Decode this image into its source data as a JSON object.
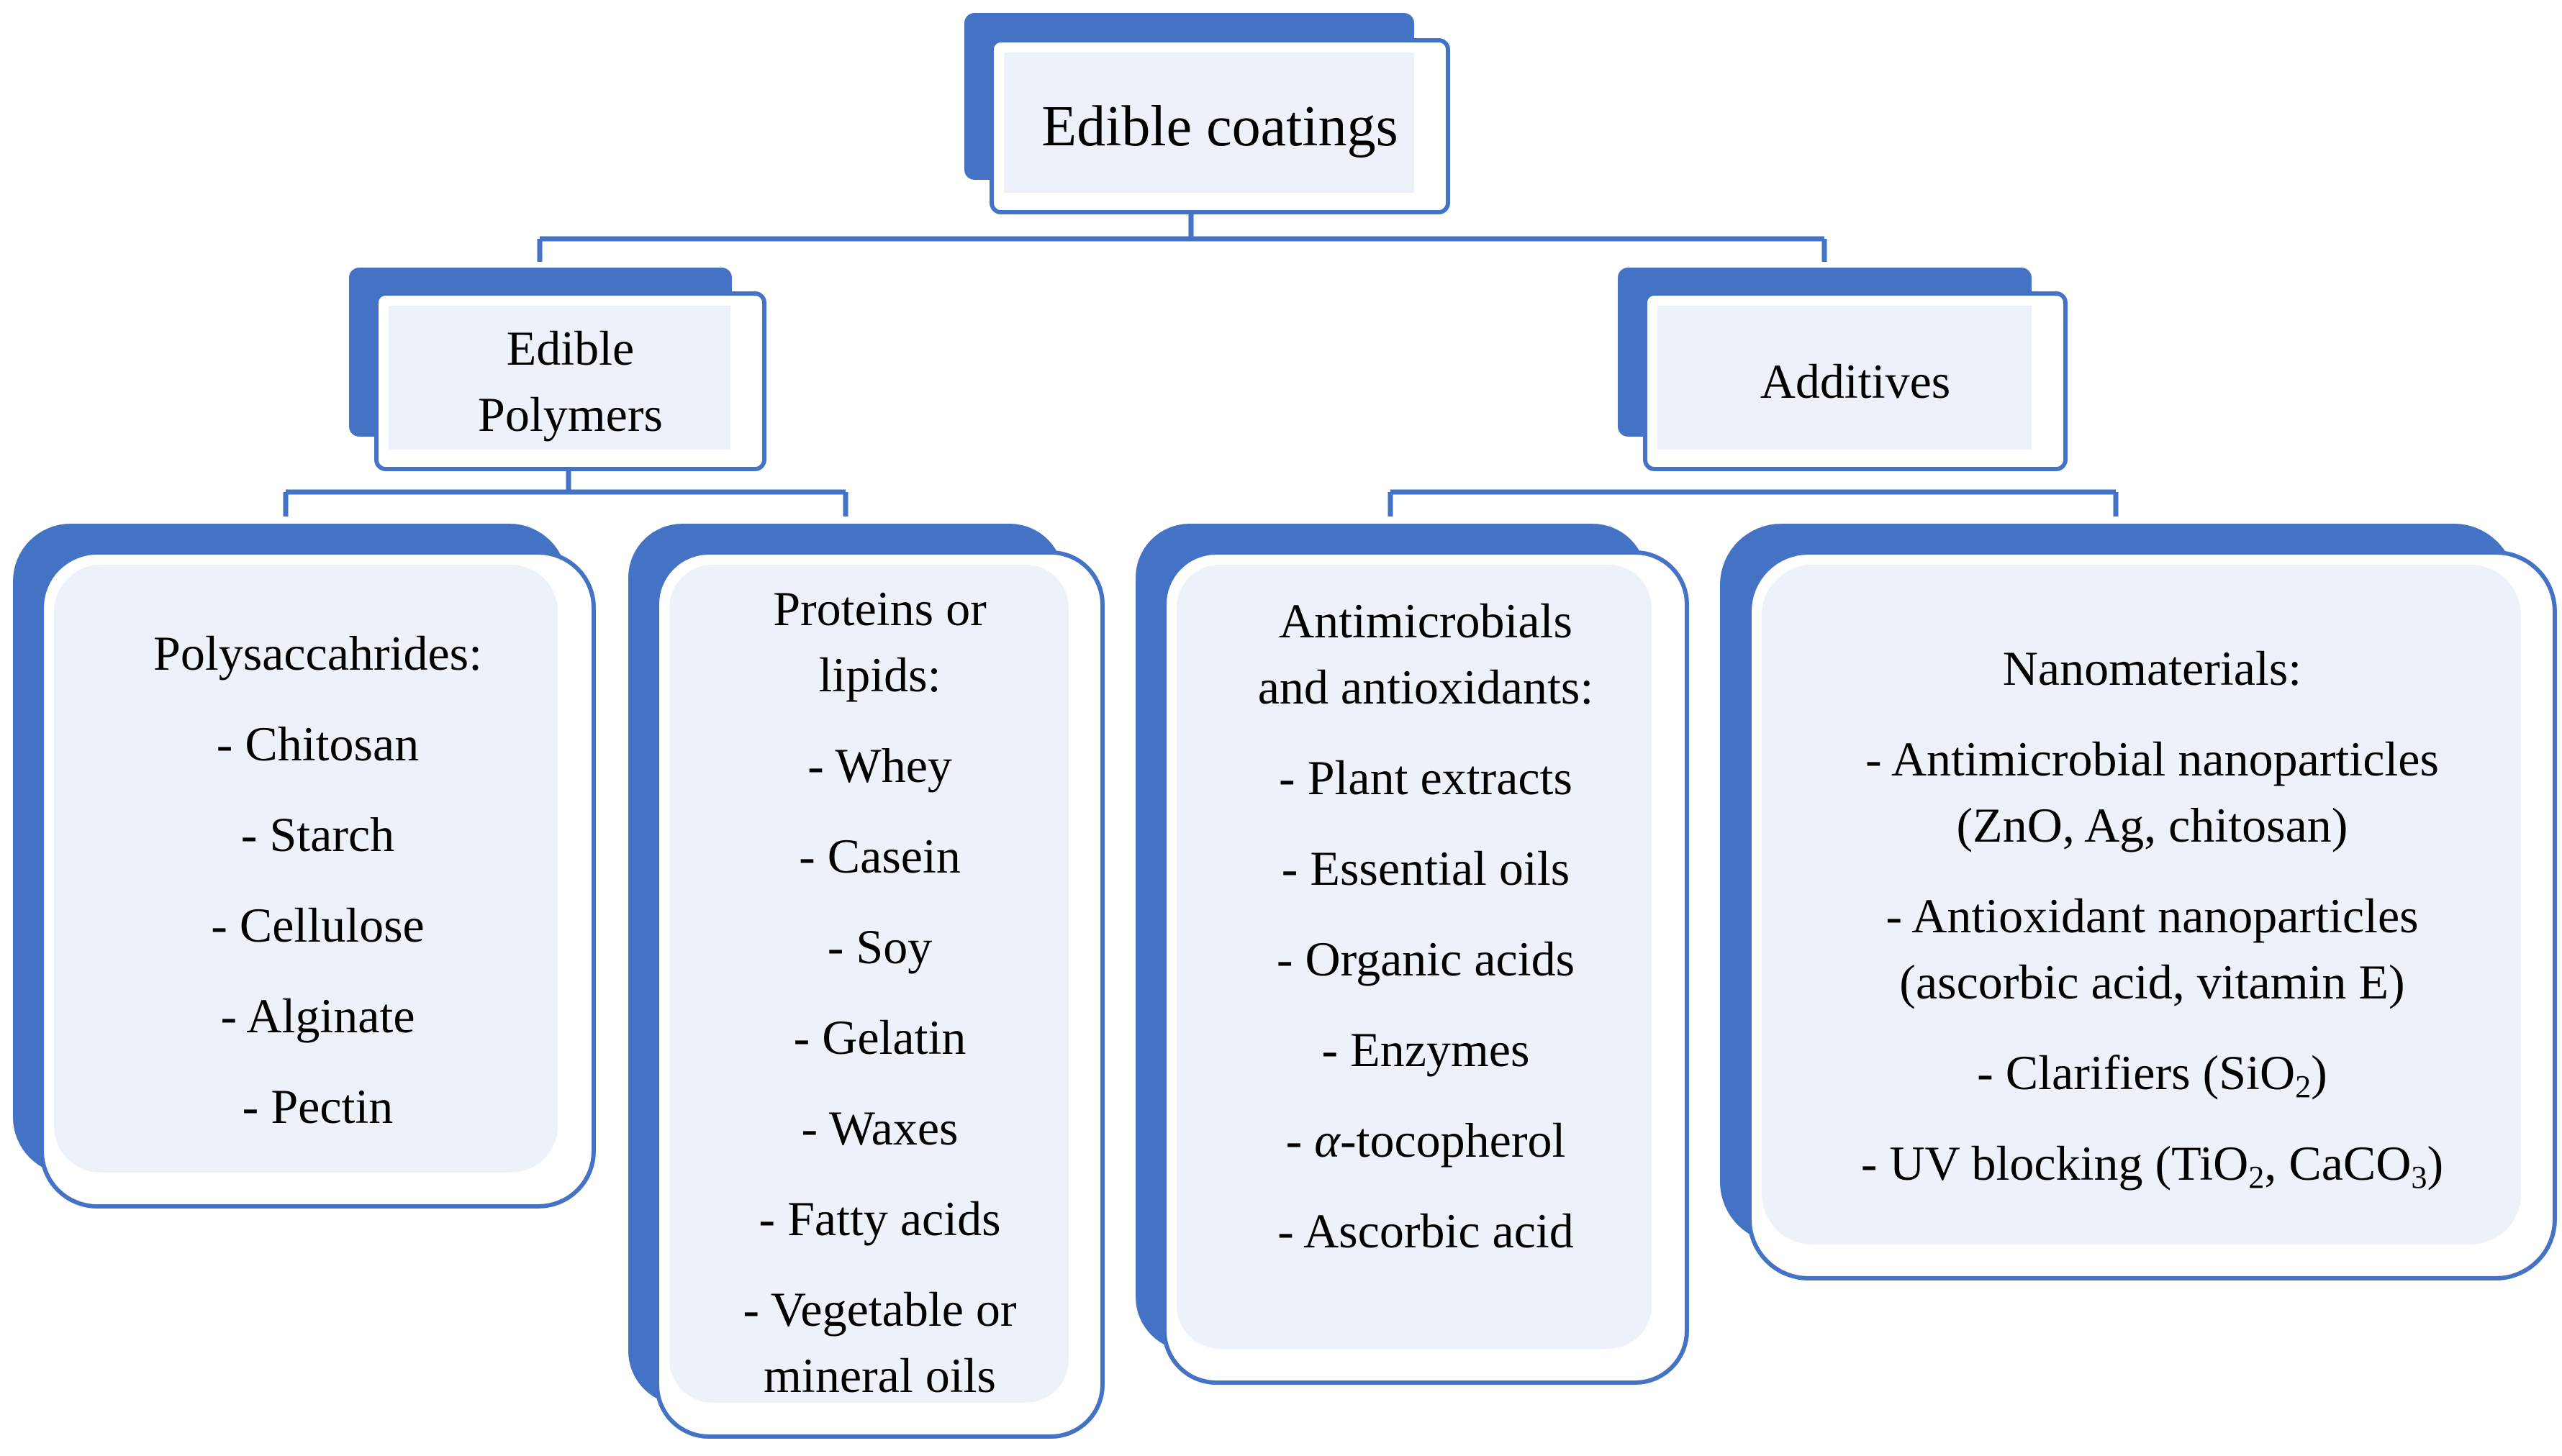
{
  "root": {
    "label": "Edible coatings"
  },
  "branches": {
    "polymers": {
      "label_line1": "Edible",
      "label_line2": "Polymers"
    },
    "additives": {
      "label": "Additives"
    }
  },
  "leaves": {
    "polysaccharides": {
      "heading": "Polysaccahrides:",
      "items": [
        "- Chitosan",
        "- Starch",
        "- Cellulose",
        "- Alginate",
        "- Pectin"
      ]
    },
    "proteins": {
      "heading_line1": "Proteins or",
      "heading_line2": "lipids:",
      "items": [
        "- Whey",
        "- Casein",
        "- Soy",
        "- Gelatin",
        "- Waxes",
        "- Fatty acids",
        "- Vegetable or",
        "mineral oils"
      ]
    },
    "antimicrobials": {
      "heading_line1": "Antimicrobials",
      "heading_line2": "and antioxidants:",
      "items": [
        "- Plant extracts",
        "- Essential oils",
        "- Organic acids",
        "- Enzymes"
      ],
      "tocopherol_prefix": "- ",
      "tocopherol_greek": "α",
      "tocopherol_rest": "-tocopherol",
      "last_item": "- Ascorbic acid"
    },
    "nanomaterials": {
      "heading": "Nanomaterials:",
      "item1_line1": "- Antimicrobial nanoparticles",
      "item1_line2": "(ZnO, Ag, chitosan)",
      "item2_line1": "- Antioxidant nanoparticles",
      "item2_line2": "(ascorbic acid, vitamin E)",
      "item3_pre": "- Clarifiers (SiO",
      "item3_sub": "2",
      "item3_post": ")",
      "item4_pre": "-  UV blocking (TiO",
      "item4_sub1": "2",
      "item4_mid": ", CaCO",
      "item4_sub2": "3",
      "item4_post": ")"
    }
  },
  "colors": {
    "accent": "#4472c4",
    "fill": "#edf1f9",
    "text": "#000000"
  }
}
